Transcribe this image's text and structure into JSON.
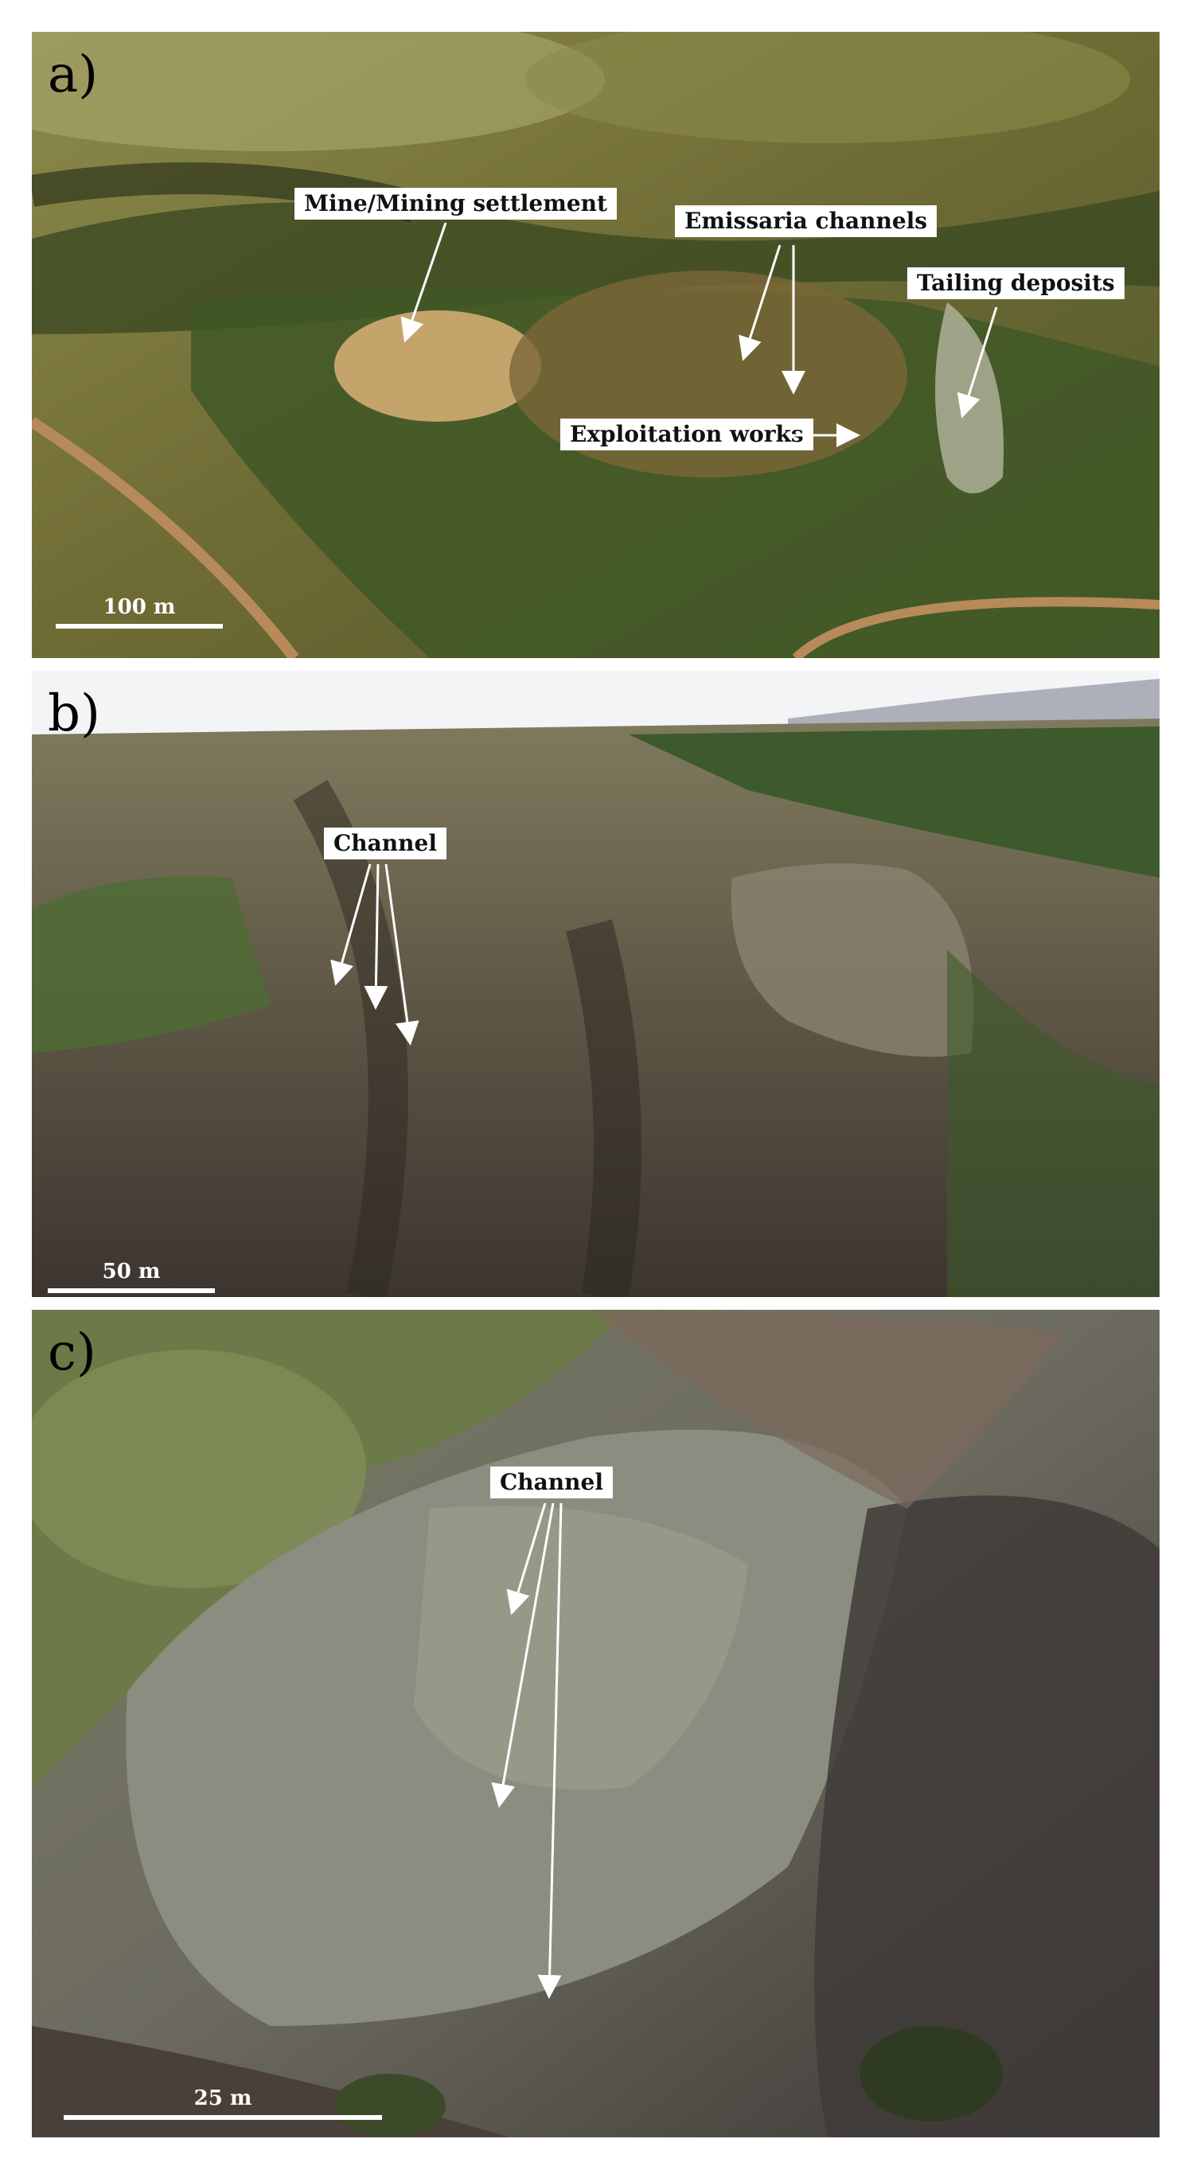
{
  "panels": {
    "a": {
      "letter": "a)",
      "labels": {
        "mine": "Mine/Mining settlement",
        "emissaria": "Emissaria channels",
        "tailing": "Tailing deposits",
        "exploitation": "Exploitation works"
      },
      "scale": "100 m"
    },
    "b": {
      "letter": "b)",
      "labels": {
        "channel": "Channel"
      },
      "scale": "50 m"
    },
    "c": {
      "letter": "c)",
      "labels": {
        "channel": "Channel"
      },
      "scale": "25 m"
    }
  },
  "colors": {
    "arrow": "#ffffff",
    "label_bg": "#ffffff"
  }
}
